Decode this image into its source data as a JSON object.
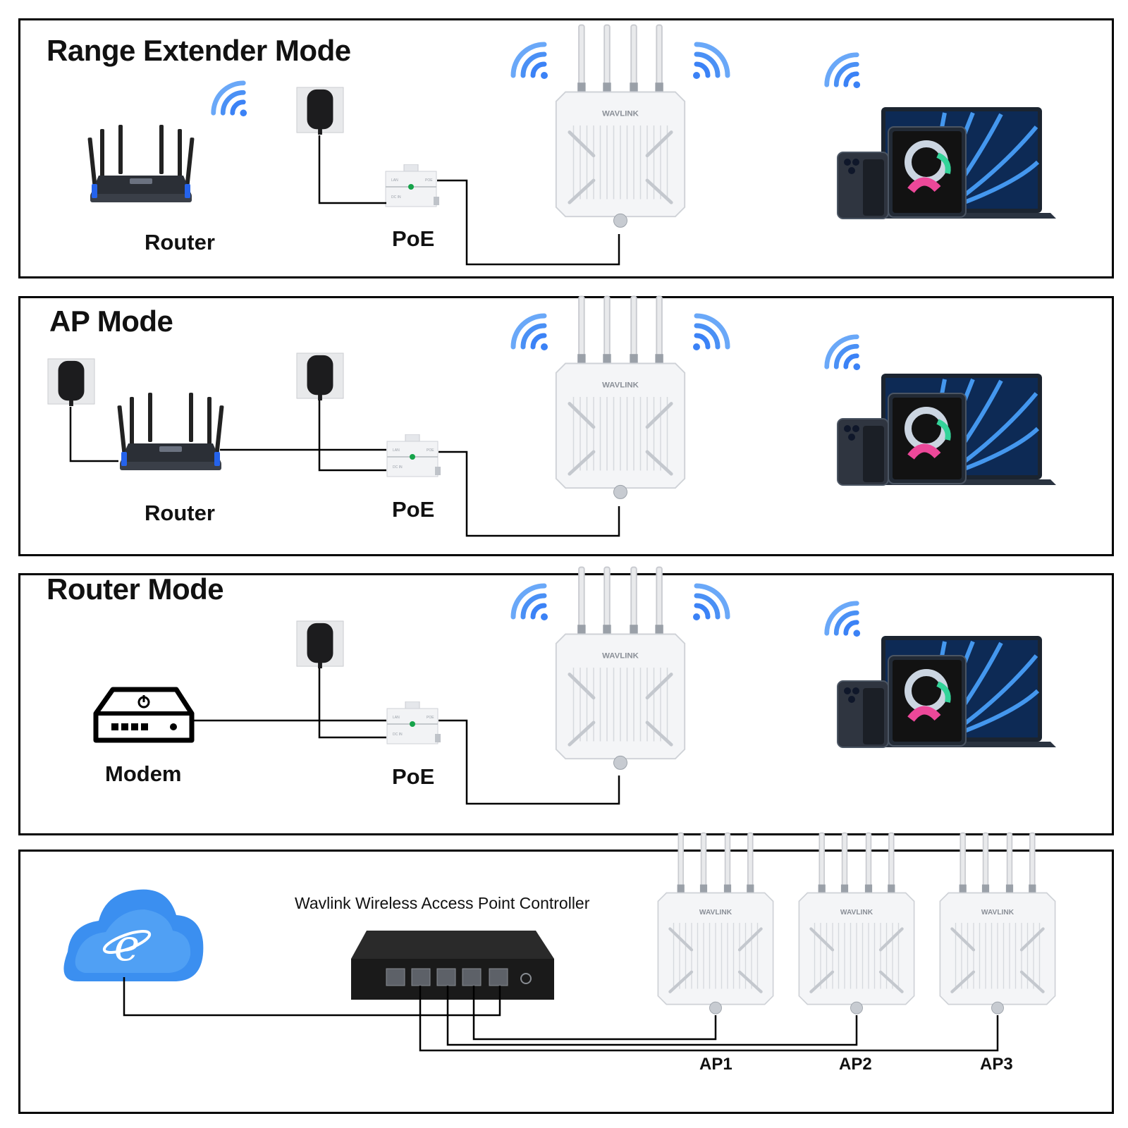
{
  "panels": [
    {
      "title": "Range Extender Mode",
      "source_label": "Router",
      "poe_label": "PoE"
    },
    {
      "title": "AP Mode",
      "source_label": "Router",
      "poe_label": "PoE"
    },
    {
      "title": "Router Mode",
      "source_label": "Modem",
      "poe_label": "PoE"
    }
  ],
  "controller": {
    "title": "Wavlink Wireless Access Point Controller",
    "ap_labels": [
      "AP1",
      "AP2",
      "AP3"
    ]
  },
  "device_brand": "WAVLINK",
  "colors": {
    "wifi": "#3b82f6",
    "cloud": "#2f8cf0",
    "border": "#000000",
    "line": "#000000",
    "ap_body": "#f3f4f6"
  }
}
